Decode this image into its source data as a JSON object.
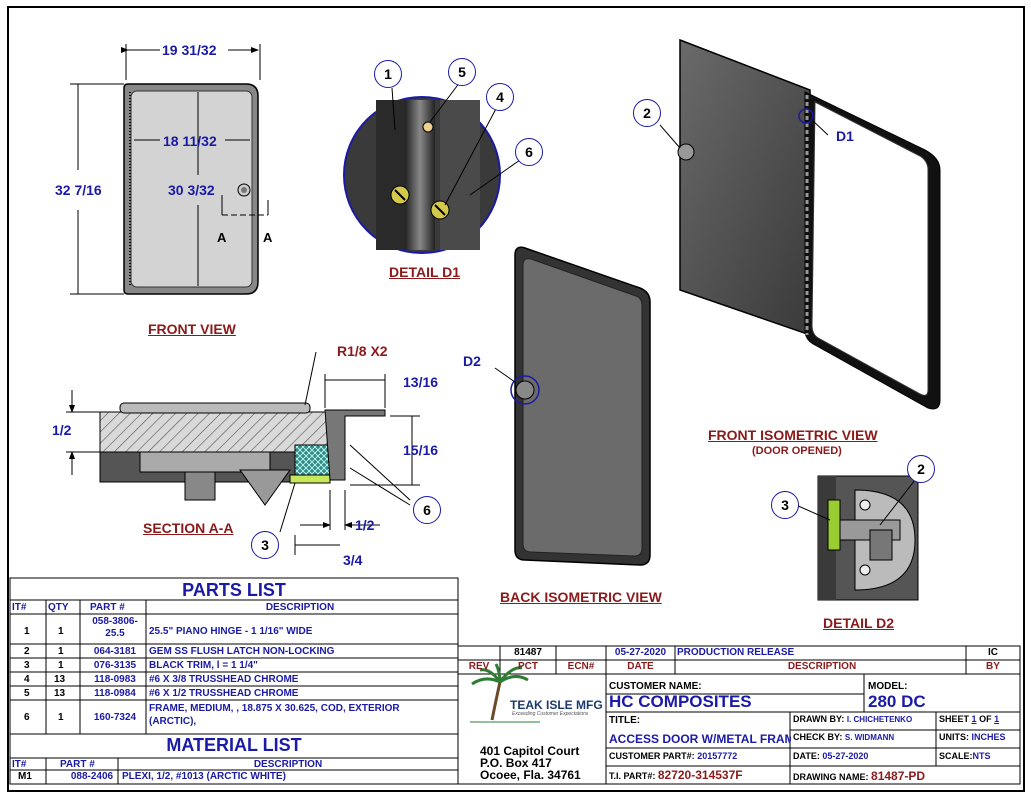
{
  "views": {
    "front_view": "FRONT VIEW",
    "detail_d1": "DETAIL  D1",
    "section_aa": "SECTION A-A",
    "back_iso": "BACK ISOMETRIC VIEW",
    "front_iso": "FRONT ISOMETRIC VIEW",
    "front_iso_sub": "(DOOR OPENED)",
    "detail_d2": "DETAIL  D2"
  },
  "dimensions": {
    "overall_width": "19 31/32",
    "inner_width": "18 11/32",
    "overall_height": "32 7/16",
    "inner_height": "30 3/32",
    "section_a_left": "A",
    "section_a_right": "A",
    "radius": "R1/8 X2",
    "flange": "13/16",
    "thickness": "1/2",
    "depth": "15/16",
    "half": "1/2",
    "three_quarter": "3/4",
    "detail_d1_ref": "D1",
    "detail_d2_ref": "D2"
  },
  "balloons": {
    "b1": "1",
    "b2": "2",
    "b3": "3",
    "b4": "4",
    "b5": "5",
    "b6": "6"
  },
  "parts_list": {
    "title": "PARTS LIST",
    "headers": [
      "IT#",
      "QTY",
      "PART #",
      "DESCRIPTION"
    ],
    "rows": [
      {
        "it": "1",
        "qty": "1",
        "part": "058-3806-25.5",
        "desc": "25.5\" PIANO HINGE - 1 1/16\" WIDE"
      },
      {
        "it": "2",
        "qty": "1",
        "part": "064-3181",
        "desc": "GEM SS FLUSH LATCH NON-LOCKING"
      },
      {
        "it": "3",
        "qty": "1",
        "part": "076-3135",
        "desc": "BLACK TRIM, l = 1 1/4\""
      },
      {
        "it": "4",
        "qty": "13",
        "part": "118-0983",
        "desc": "#6 X 3/8 TRUSSHEAD CHROME"
      },
      {
        "it": "5",
        "qty": "13",
        "part": "118-0984",
        "desc": "#6 X 1/2 TRUSSHEAD CHROME"
      },
      {
        "it": "6",
        "qty": "1",
        "part": "160-7324",
        "desc": "FRAME, MEDIUM, , 18.875 X 30.625, COD, EXTERIOR (ARCTIC),"
      }
    ]
  },
  "material_list": {
    "title": "MATERIAL LIST",
    "headers": [
      "IT#",
      "PART #",
      "DESCRIPTION"
    ],
    "rows": [
      {
        "it": "M1",
        "part": "088-2406",
        "desc": "PLEXI, 1/2, #1013 (ARCTIC WHITE)"
      }
    ]
  },
  "revision": {
    "rev": "",
    "pct": "81487",
    "ecn": "",
    "date": "05-27-2020",
    "description": "PRODUCTION RELEASE",
    "by": "IC",
    "headers": [
      "REV",
      "PCT",
      "ECN#",
      "DATE",
      "DESCRIPTION",
      "BY"
    ]
  },
  "title_block": {
    "company": "TEAK ISLE MFG",
    "tagline": "Exceeding Customer Expectations",
    "address1": "401 Capitol Court",
    "address2": "P.O. Box 417",
    "address3": "Ocoee, Fla. 34761",
    "customer_name_label": "CUSTOMER NAME:",
    "customer_name": "HC COMPOSITES",
    "model_label": "MODEL:",
    "model": "280 DC",
    "title_label": "TITLE:",
    "title": "ACCESS DOOR W/METAL FRAME",
    "drawn_by_label": "DRAWN BY:",
    "drawn_by": "I. CHICHETENKO",
    "sheet_label": "SHEET",
    "sheet_num": "1",
    "of_label": "OF",
    "sheet_total": "1",
    "check_by_label": "CHECK BY:",
    "check_by": "S. WIDMANN",
    "units_label": "UNITS:",
    "units": "INCHES",
    "customer_part_label": "CUSTOMER PART#:",
    "customer_part": "20157772",
    "date_label": "DATE:",
    "date": "05-27-2020",
    "scale_label": "SCALE:",
    "scale": "NTS",
    "ti_part_label": "T.I. PART#:",
    "ti_part": "82720-314537F",
    "drawing_name_label": "DRAWING NAME:",
    "drawing_name": "81487-PD"
  }
}
